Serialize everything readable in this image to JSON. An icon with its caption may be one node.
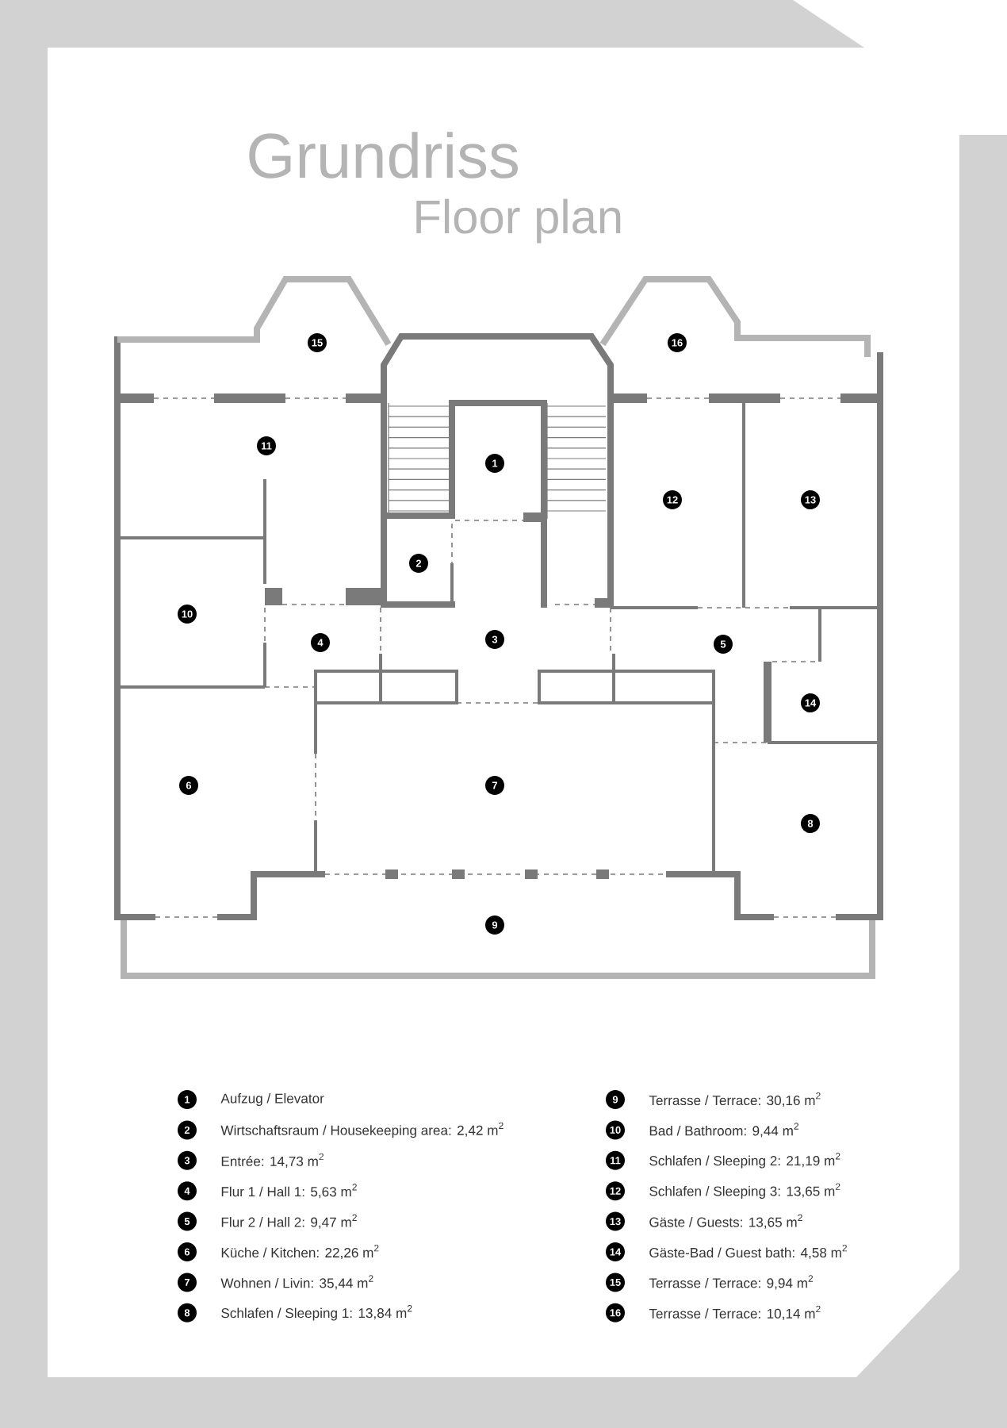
{
  "diagram": {
    "title": "Grundriss",
    "labels": [
      "Floor plan",
      "15",
      "16",
      "11",
      "1",
      "12",
      "13",
      "2",
      "10",
      "3",
      "4",
      "5",
      "14",
      "6",
      "7",
      "8",
      "9",
      "1",
      "Aufzug / Elevator",
      "2",
      "Wirtschaftsraum / Housekeeping area: 2,42 m$^{2}$",
      "3",
      "Entrée: 14,73 m$^{2}$",
      "4",
      "Flur 1 / Hall 1: 5,63 m$^{2}$",
      "5",
      "Flur 2 / Hall 2: 9,47 m$^{2}$",
      "6",
      "Küche / Kitchen: 22,26 m$^{2}$",
      "7",
      "Wohnen / Livin: 35,44 m$^{2}$",
      "8",
      "Schlafen / Sleeping 1: 13,84 m$^{2}$",
      "9",
      "Terrasse / Terrace: 30,16 m$^{2}$",
      "10",
      "Bad / Bathroom: 9,44 m$^{2}$",
      "11",
      "Schlafen / Sleeping 2: 21,19 m$^{2}$",
      "12",
      "Schlafen / Sleeping 3: 13,65 m$^{2}$",
      "13",
      "Gäste / Guests: 13,65 m$^{2}$",
      "14",
      "Gäste-Bad / Guest bath: 4,58 m$^{2}$",
      "15",
      "Terrasse / Terrace: 9,94 m$^{2}$",
      "16",
      "Terrasse / Terrace: 10,14 m$^{2}$"
    ]
  }
}
